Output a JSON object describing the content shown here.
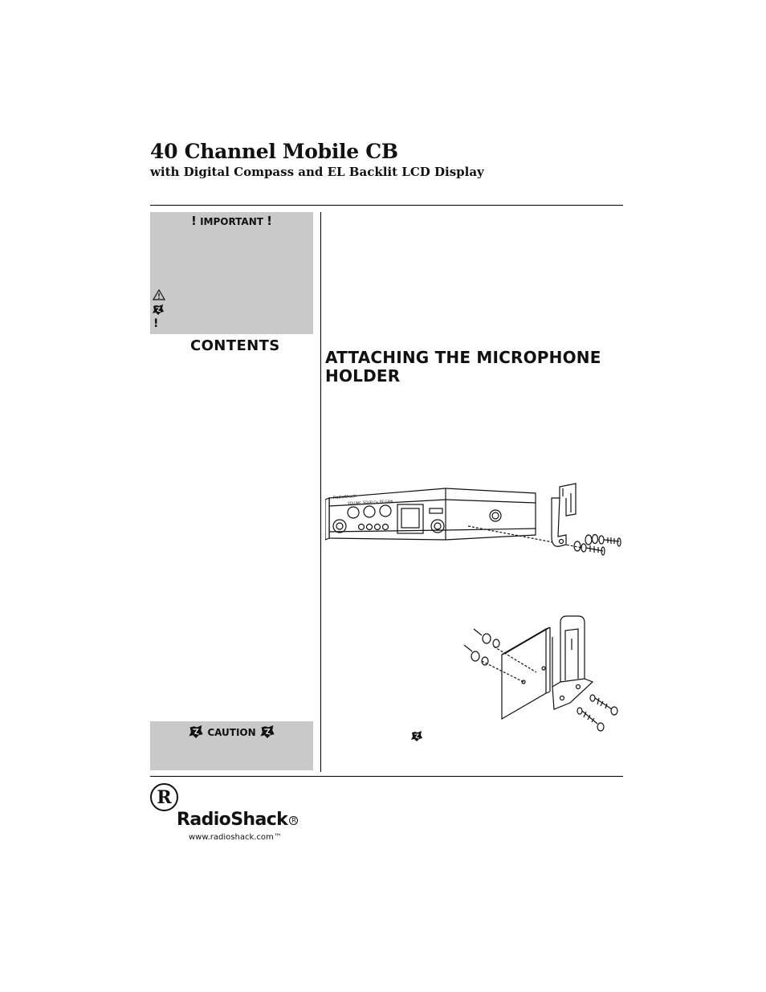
{
  "header": {
    "title": "40 Channel Mobile CB",
    "subtitle": "with Digital Compass and EL Backlit LCD Display"
  },
  "important_box": {
    "heading": "IMPORTANT",
    "legend": [
      {
        "icon": "warning-triangle-icon",
        "glyph": "⚠"
      },
      {
        "icon": "caution-burst-icon",
        "glyph": "✸"
      },
      {
        "icon": "exclamation-icon",
        "glyph": "!"
      }
    ]
  },
  "contents": {
    "heading": "CONTENTS"
  },
  "caution_box": {
    "heading": "CAUTION"
  },
  "section": {
    "heading": "ATTACHING THE MICROPHONE HOLDER"
  },
  "figure1": {
    "brand_label": "RadioShack",
    "knob_labels": [
      "VOLUME",
      "SQUELCH",
      "RF GAIN"
    ]
  },
  "brand": {
    "logo_letter": "R",
    "name": "RadioShack",
    "reg": "R",
    "url": "www.radioshack.com™"
  },
  "colors": {
    "box_gray": "#c9c9c9",
    "rule": "#000000"
  }
}
